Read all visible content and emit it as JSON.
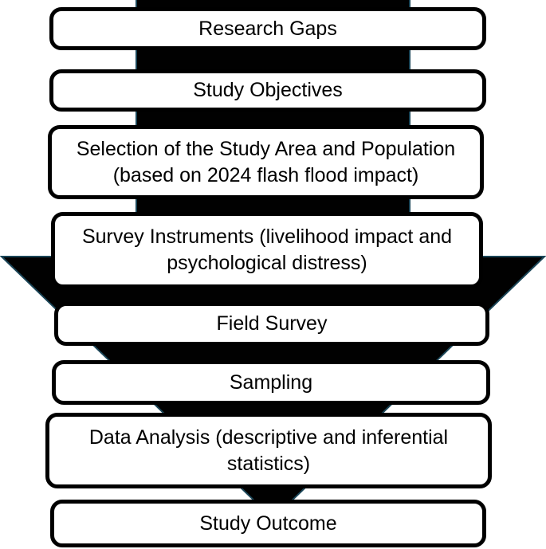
{
  "diagram": {
    "type": "flowchart",
    "direction": "top-down",
    "steps": [
      {
        "id": "research-gaps",
        "lines": [
          "Research Gaps"
        ]
      },
      {
        "id": "study-objectives",
        "lines": [
          "Study Objectives"
        ]
      },
      {
        "id": "study-area-selection",
        "lines": [
          "Selection of the Study Area and Population",
          "(based on 2024 flash flood impact)"
        ]
      },
      {
        "id": "survey-instruments",
        "lines": [
          "Survey Instruments (livelihood impact and",
          "psychological distress)"
        ]
      },
      {
        "id": "field-survey",
        "lines": [
          "Field Survey"
        ]
      },
      {
        "id": "sampling",
        "lines": [
          "Sampling"
        ]
      },
      {
        "id": "data-analysis",
        "lines": [
          "Data Analysis (descriptive and inferential",
          "statistics)"
        ]
      },
      {
        "id": "study-outcome",
        "lines": [
          "Study Outcome"
        ]
      }
    ]
  },
  "colors": {
    "background": "#FFFFFF",
    "arrow_fill": "#010101",
    "arrow_edge": "#1A4557",
    "box_fill": "#FFFFFF",
    "box_border": "#000000",
    "text": "#000000"
  }
}
